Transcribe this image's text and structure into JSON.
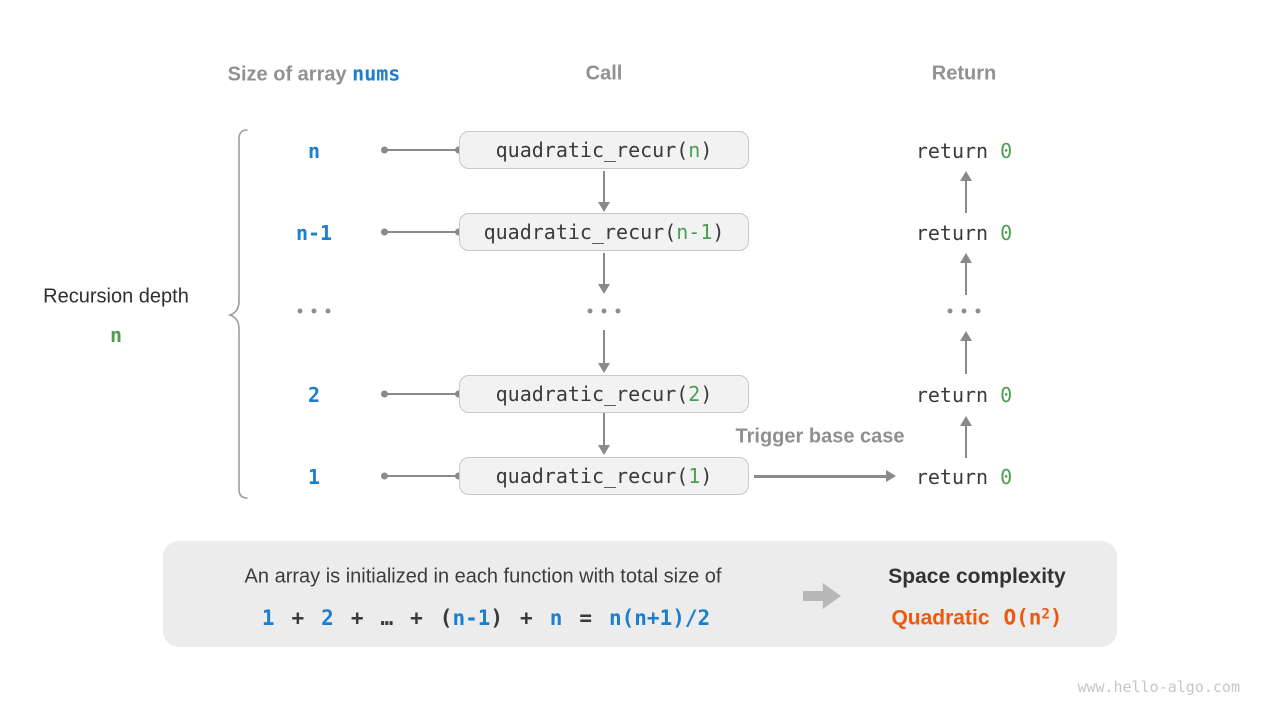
{
  "colors": {
    "blue": "#1a7fce",
    "green": "#4c9e50",
    "orange": "#eb5a0e",
    "gray_text": "#919191",
    "dark_text": "#3a3a3a",
    "arrow": "#8a8a8a",
    "box_fill": "#f2f2f2",
    "box_border": "#c9c9c9",
    "panel_fill": "#ececec"
  },
  "header": {
    "size_prefix": "Size of array",
    "size_code": "nums",
    "call": "Call",
    "return": "Return"
  },
  "left_label": {
    "line1": "Recursion depth",
    "line2": "n"
  },
  "stack": {
    "call_prefix": "quadratic_recur(",
    "call_suffix": ")",
    "return_keyword": "return",
    "return_value": "0",
    "ellipsis": "...",
    "rows": [
      {
        "size": "n",
        "arg": "n"
      },
      {
        "size": "n-1",
        "arg": "n-1"
      },
      {
        "size": "2",
        "arg": "2"
      },
      {
        "size": "1",
        "arg": "1"
      }
    ]
  },
  "trigger_label": "Trigger base case",
  "panel": {
    "line1": "An array is initialized in each function with total size of",
    "formula": {
      "t1": "1",
      "plus1": "+",
      "t2": "2",
      "plus2": "+",
      "dots": "…",
      "plus3": "+",
      "open": "(",
      "t3": "n-1",
      "close": ")",
      "plus4": "+",
      "t4": "n",
      "equals": "=",
      "rhs": "n(n+1)/2"
    },
    "result_title": "Space complexity",
    "result_name": "Quadratic",
    "result_o_open": "O(n",
    "result_o_exp": "2",
    "result_o_close": ")"
  },
  "watermark": "www.hello-algo.com"
}
